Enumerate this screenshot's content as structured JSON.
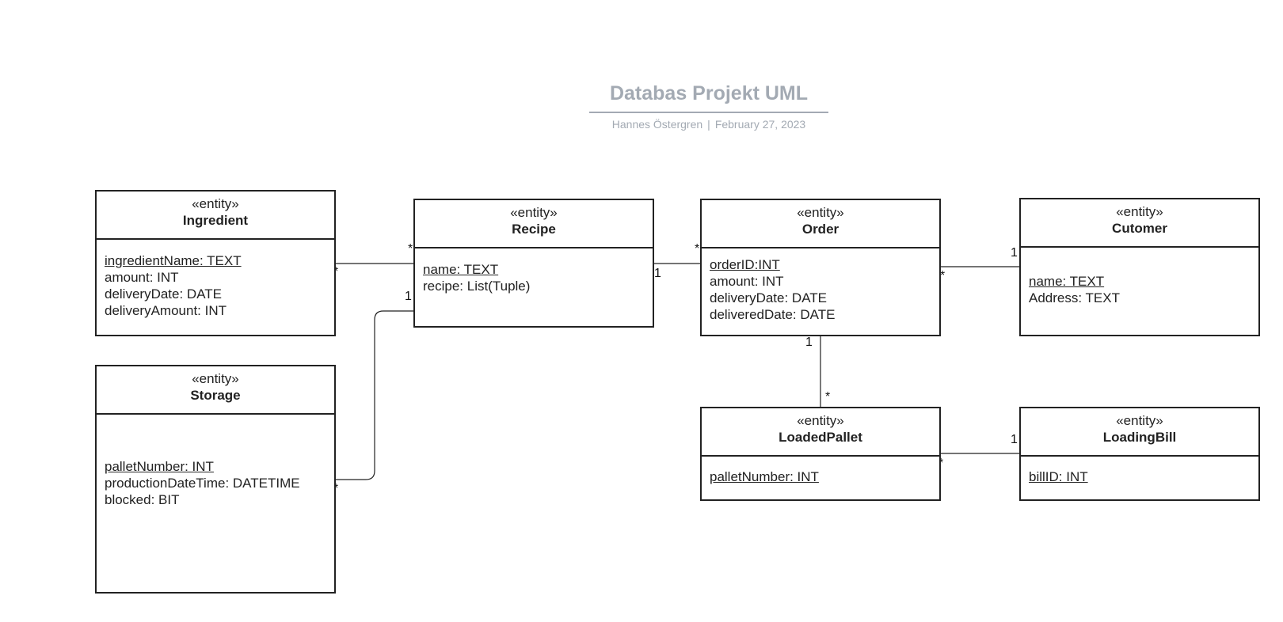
{
  "diagram": {
    "title": "Databas Projekt UML",
    "author": "Hannes Östergren",
    "separator": "|",
    "date": "February 27, 2023"
  },
  "entities": {
    "ingredient": {
      "stereotype": "«entity»",
      "name": "Ingredient",
      "attributes": [
        {
          "text": "ingredientName: TEXT",
          "key": true
        },
        {
          "text": "amount: INT",
          "key": false
        },
        {
          "text": "deliveryDate: DATE",
          "key": false
        },
        {
          "text": "deliveryAmount: INT",
          "key": false
        }
      ]
    },
    "recipe": {
      "stereotype": "«entity»",
      "name": "Recipe",
      "attributes": [
        {
          "text": "name: TEXT",
          "key": true
        },
        {
          "text": "recipe: List(Tuple)",
          "key": false
        }
      ]
    },
    "order": {
      "stereotype": "«entity»",
      "name": "Order",
      "attributes": [
        {
          "text": "orderID:INT",
          "key": true
        },
        {
          "text": "amount: INT",
          "key": false
        },
        {
          "text": "deliveryDate: DATE",
          "key": false
        },
        {
          "text": "deliveredDate: DATE",
          "key": false
        }
      ]
    },
    "customer": {
      "stereotype": "«entity»",
      "name": "Cutomer",
      "attributes": [
        {
          "text": "name: TEXT",
          "key": true
        },
        {
          "text": "Address: TEXT",
          "key": false
        }
      ]
    },
    "storage": {
      "stereotype": "«entity»",
      "name": "Storage",
      "attributes": [
        {
          "text": "palletNumber: INT",
          "key": true
        },
        {
          "text": "productionDateTime: DATETIME",
          "key": false
        },
        {
          "text": "blocked: BIT",
          "key": false
        }
      ]
    },
    "loadedPallet": {
      "stereotype": "«entity»",
      "name": "LoadedPallet",
      "attributes": [
        {
          "text": "palletNumber: INT",
          "key": true
        }
      ]
    },
    "loadingBill": {
      "stereotype": "«entity»",
      "name": "LoadingBill",
      "attributes": [
        {
          "text": "billID: INT",
          "key": true
        }
      ]
    }
  },
  "associations": [
    {
      "from": "Ingredient",
      "to": "Recipe",
      "from_mult": "*",
      "to_mult": "*"
    },
    {
      "from": "Storage",
      "to": "Recipe",
      "from_mult": "*",
      "to_mult": "1"
    },
    {
      "from": "Recipe",
      "to": "Order",
      "from_mult": "1",
      "to_mult": "*"
    },
    {
      "from": "Order",
      "to": "Cutomer",
      "from_mult": "*",
      "to_mult": "1"
    },
    {
      "from": "Order",
      "to": "LoadedPallet",
      "from_mult": "1",
      "to_mult": "*"
    },
    {
      "from": "LoadedPallet",
      "to": "LoadingBill",
      "from_mult": "*",
      "to_mult": "1"
    }
  ]
}
